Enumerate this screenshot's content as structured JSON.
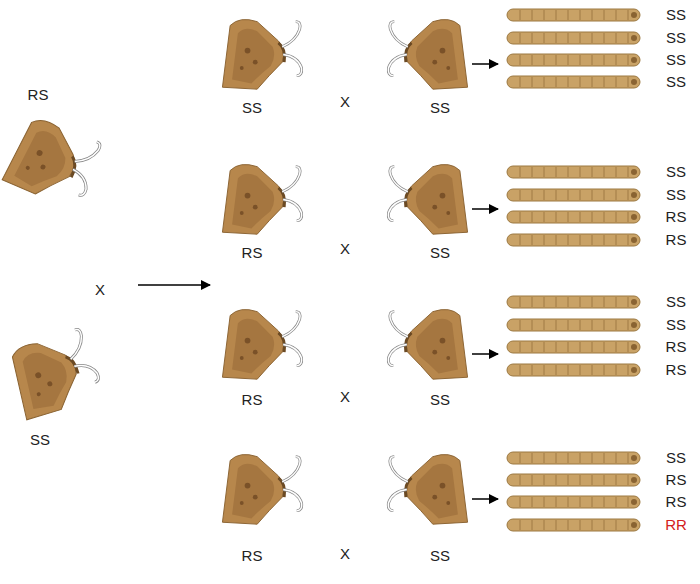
{
  "diagram": {
    "labels": [
      "RS",
      "X",
      "SS",
      "SS",
      "X",
      "SS",
      "SS",
      "SS",
      "SS",
      "SS",
      "RS",
      "X",
      "SS",
      "SS",
      "SS",
      "RS",
      "RS",
      "RS",
      "X",
      "SS",
      "SS",
      "SS",
      "RS",
      "RS",
      "RS",
      "X",
      "SS",
      "SS",
      "RS",
      "RS",
      "RR"
    ]
  }
}
